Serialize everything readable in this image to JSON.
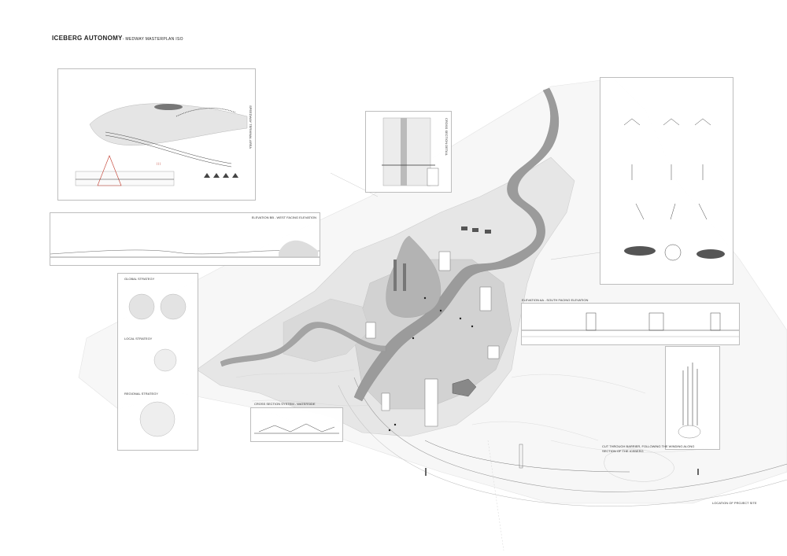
{
  "title": {
    "main": "ICEBERG AUTONOMY",
    "sub": "- MEDWAY MASTERPLAN ISO"
  },
  "labels": {
    "elevation_west": "ELEVATION BB - WEST FACING ELEVATION",
    "elevation_south": "ELEVATION AA - SOUTH FACING ELEVATION",
    "panel_topleft_vertical": "SPEEDWAY TERMINAL AREA",
    "panel_strategy_1": "GLOBAL STRATEGY",
    "panel_strategy_2": "LOCAL STRATEGY",
    "panel_strategy_3": "REGIONAL STRATEGY",
    "section_bottom": "CROSS SECTION SYSTEM - WATERSIDE",
    "annotation_right_1": "CUT THROUGH BARRIER, FOLLOWING THE WINDING ALONG",
    "annotation_right_2": "SECTION OF THE ICEBERG",
    "annotation_bottom_right": "LOCATION OF PROJECT SITE",
    "panel_mid_vertical": "CROSS SECTION DETAIL"
  },
  "colors": {
    "river": "#9b9b9b",
    "river_dark": "#8a8a8a",
    "land_light": "#ededed",
    "land_mid": "#d8d8d8",
    "land_dark": "#c6c6c6",
    "ink": "#222222",
    "accent_red": "#c0392b"
  }
}
